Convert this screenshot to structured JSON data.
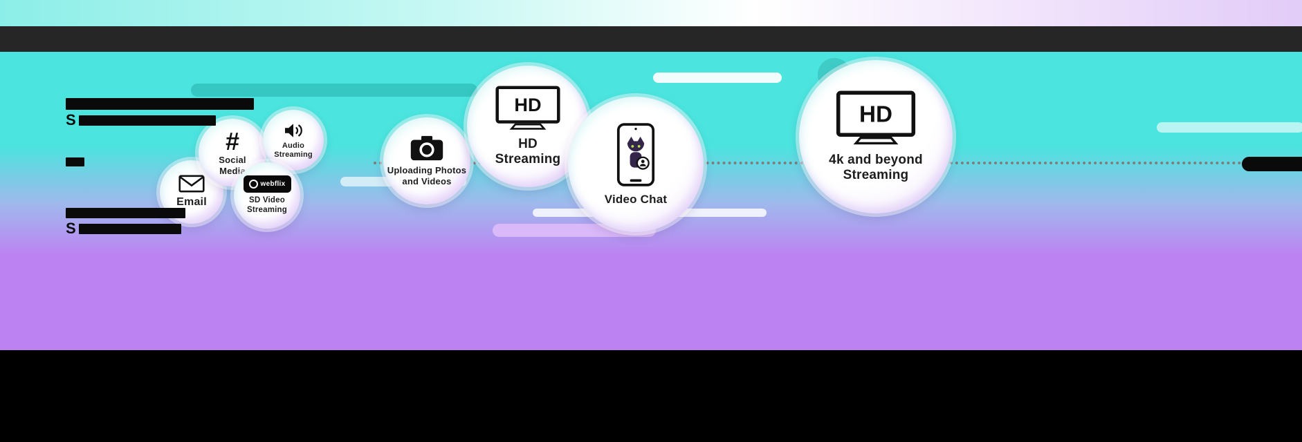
{
  "meta": {
    "description": "Internet speed activities infographic: activity bubbles sized by bandwidth need along a dotted speed line, cyan-to-purple gradient background, redacted black headline bars"
  },
  "colors": {
    "background_cyan": "#4be4de",
    "background_purple": "#bd82f2",
    "top_dark_bar": "#262626",
    "bottom_band": "#000000",
    "bubble_fill": "#ffffff",
    "pill_teal": "#35c4bf",
    "pill_lavender": "#d9b9f7",
    "dotted_line": "#7d7d7d",
    "icon_ink": "#111111"
  },
  "headlines": {
    "top": {
      "line1_redacted": true,
      "line2_visible_text": "S"
    },
    "bottom": {
      "line1_redacted": true,
      "line2_visible_text": "S"
    }
  },
  "bubbles": [
    {
      "name": "email",
      "icon": "envelope-icon",
      "label_lines": [
        "Email"
      ]
    },
    {
      "name": "social-media",
      "icon": "hashtag-icon",
      "glyph": "#",
      "label_lines": [
        "Social",
        "Media"
      ]
    },
    {
      "name": "audio-streaming",
      "icon": "speaker-icon",
      "label_lines": [
        "Audio",
        "Streaming"
      ]
    },
    {
      "name": "sd-video-streaming",
      "icon": "webflix-badge-icon",
      "badge_text": "webflix",
      "label_lines": [
        "SD Video",
        "Streaming"
      ]
    },
    {
      "name": "uploading-photos-videos",
      "icon": "camera-icon",
      "label_lines": [
        "Uploading Photos",
        "and Videos"
      ]
    },
    {
      "name": "hd-streaming",
      "icon": "tv-hd-icon",
      "tv_text": "HD",
      "label_lines": [
        "HD",
        "Streaming"
      ]
    },
    {
      "name": "video-chat",
      "icon": "smartphone-cat-icon",
      "label_lines": [
        "Video Chat"
      ]
    },
    {
      "name": "4k-streaming",
      "icon": "tv-hd-icon",
      "tv_text": "HD",
      "label_lines": [
        "4k and beyond",
        "Streaming"
      ]
    }
  ]
}
